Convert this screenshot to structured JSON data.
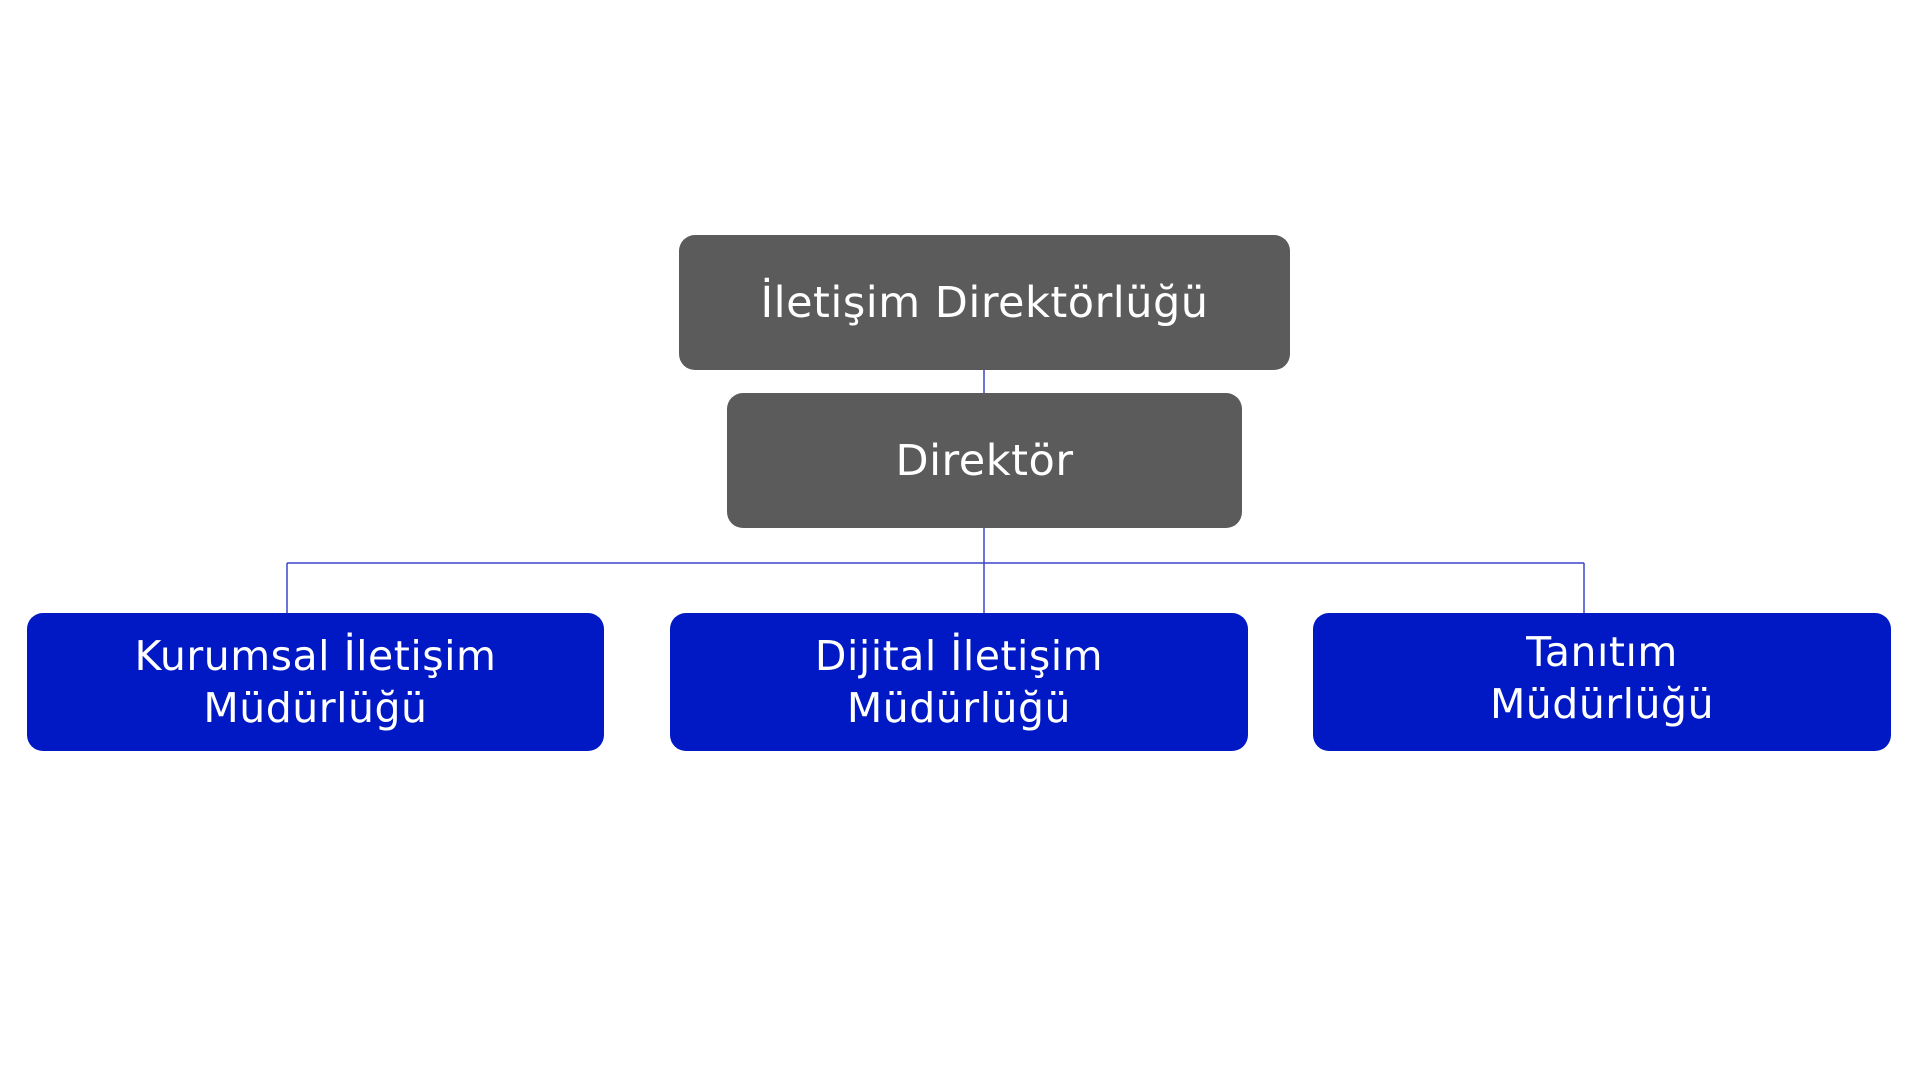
{
  "org_chart": {
    "root": {
      "label": "İletişim Direktörlüğü"
    },
    "head": {
      "label": "Direktör"
    },
    "units": [
      {
        "label": "Kurumsal İletişim\nMüdürlüğü"
      },
      {
        "label": "Dijital İletişim\nMüdürlüğü"
      },
      {
        "label": "Tanıtım\nMüdürlüğü"
      }
    ]
  },
  "colors": {
    "top_box": "#5b5b5b",
    "unit_box": "#0019c4",
    "connector": "#3a46c8",
    "text": "#ffffff"
  }
}
